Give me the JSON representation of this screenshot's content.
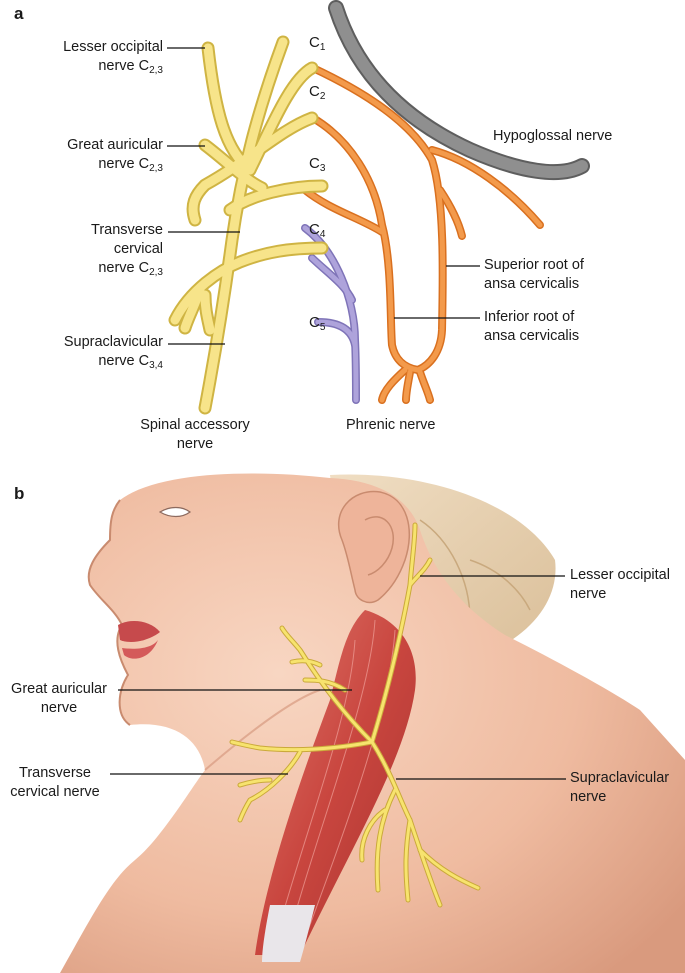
{
  "panels": {
    "a": "a",
    "b": "b"
  },
  "roots": {
    "c1": {
      "base": "C",
      "sub": "1"
    },
    "c2": {
      "base": "C",
      "sub": "2"
    },
    "c3": {
      "base": "C",
      "sub": "3"
    },
    "c4": {
      "base": "C",
      "sub": "4"
    },
    "c5": {
      "base": "C",
      "sub": "5"
    }
  },
  "panel_a": {
    "lesser_occipital": {
      "line1": "Lesser occipital",
      "line2": "nerve C",
      "sub": "2,3"
    },
    "great_auricular": {
      "line1": "Great auricular",
      "line2": "nerve C",
      "sub": "2,3"
    },
    "transverse_cervical": {
      "line1": "Transverse",
      "line2": "cervical",
      "line3": "nerve C",
      "sub": "2,3"
    },
    "supraclavicular": {
      "line1": "Supraclavicular",
      "line2": "nerve C",
      "sub": "3,4"
    },
    "spinal_accessory": {
      "line1": "Spinal accessory",
      "line2": "nerve"
    },
    "phrenic": "Phrenic nerve",
    "hypoglossal": "Hypoglossal nerve",
    "superior_root": {
      "line1": "Superior root of",
      "line2": "ansa cervicalis"
    },
    "inferior_root": {
      "line1": "Inferior root of",
      "line2": "ansa cervicalis"
    }
  },
  "panel_b": {
    "lesser_occipital": {
      "line1": "Lesser occipital",
      "line2": "nerve"
    },
    "great_auricular": {
      "line1": "Great auricular",
      "line2": "nerve"
    },
    "transverse_cervical": {
      "line1": "Transverse",
      "line2": "cervical nerve"
    },
    "supraclavicular": {
      "line1": "Supraclavicular",
      "line2": "nerve"
    }
  },
  "colors": {
    "cervical_plexus": "#f6e27a",
    "cervical_plexus_outline": "#d8bd4a",
    "ansa_cervicalis": "#f28c3a",
    "hypoglossal": "#8a8a8a",
    "phrenic": "#a59ad2",
    "skin": "#f2c4ab",
    "muscle": "#cf5a52",
    "bone": "#e3c9a4"
  }
}
